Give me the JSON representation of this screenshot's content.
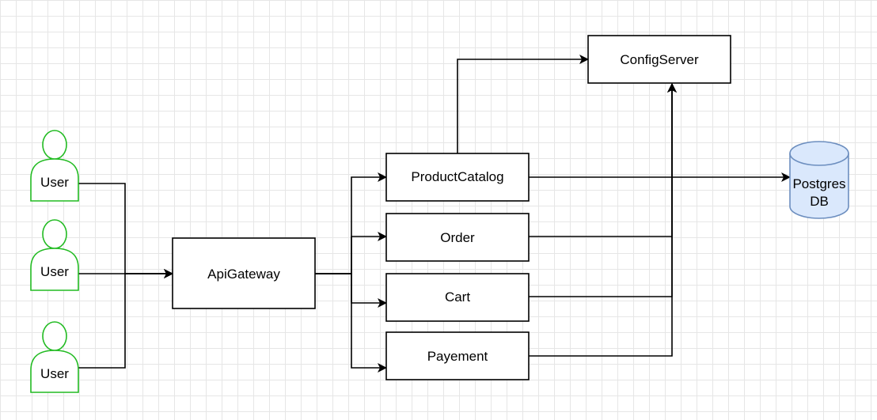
{
  "colors": {
    "actor_stroke": "#22bb22",
    "box_stroke": "#000000",
    "box_fill": "#ffffff",
    "db_fill": "#dae8fc",
    "db_stroke": "#6c8ebf",
    "edge": "#000000",
    "grid": "#e6e6e6"
  },
  "actors": [
    {
      "id": "user-1",
      "label": "User"
    },
    {
      "id": "user-2",
      "label": "User"
    },
    {
      "id": "user-3",
      "label": "User"
    }
  ],
  "nodes": {
    "api_gateway": {
      "label": "ApiGateway"
    },
    "product_catalog": {
      "label": "ProductCatalog"
    },
    "order": {
      "label": "Order"
    },
    "cart": {
      "label": "Cart"
    },
    "payement": {
      "label": "Payement"
    },
    "config_server": {
      "label": "ConfigServer"
    }
  },
  "database": {
    "label_line1": "Postgres",
    "label_line2": "DB",
    "icon": "cylinder-database-icon"
  },
  "edges": [
    {
      "from": "User",
      "to": "ApiGateway"
    },
    {
      "from": "User",
      "to": "ApiGateway"
    },
    {
      "from": "User",
      "to": "ApiGateway"
    },
    {
      "from": "ApiGateway",
      "to": "ProductCatalog"
    },
    {
      "from": "ApiGateway",
      "to": "Order"
    },
    {
      "from": "ApiGateway",
      "to": "Cart"
    },
    {
      "from": "ApiGateway",
      "to": "Payement"
    },
    {
      "from": "ProductCatalog",
      "to": "ConfigServer"
    },
    {
      "from": "ProductCatalog",
      "to": "Postgres DB"
    },
    {
      "from": "Order",
      "to": "ConfigServer"
    },
    {
      "from": "Cart",
      "to": "ConfigServer"
    },
    {
      "from": "Payement",
      "to": "ConfigServer"
    }
  ]
}
